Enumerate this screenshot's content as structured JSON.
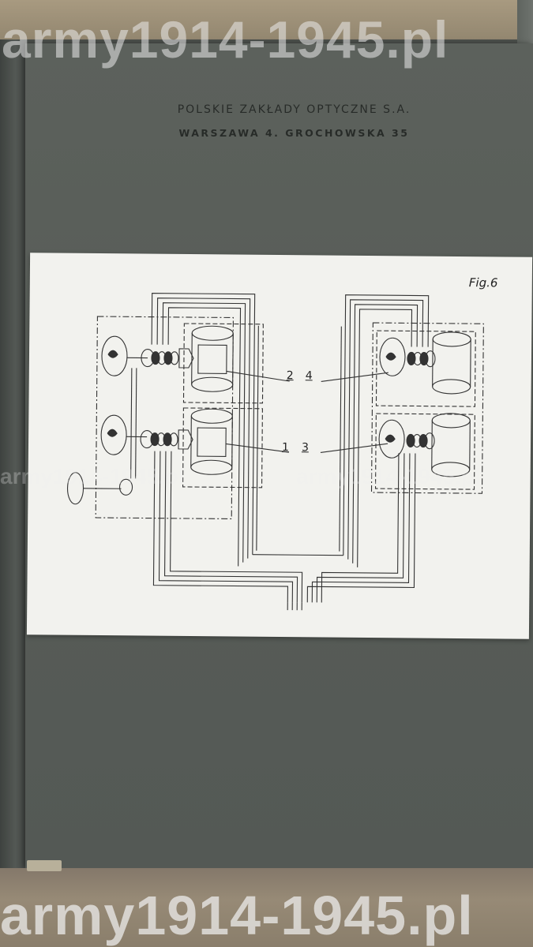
{
  "document": {
    "header_line1": "POLSKIE ZAKŁADY OPTYCZNE S.A.",
    "header_line2": "WARSZAWA 4. GROCHOWSKA 35"
  },
  "figure": {
    "label": "Fig.6",
    "cable_numbers": {
      "upper_left": "2",
      "upper_right": "4",
      "lower_left": "1",
      "lower_right": "3"
    }
  },
  "watermark": {
    "text": "army1914-1945.pl"
  }
}
